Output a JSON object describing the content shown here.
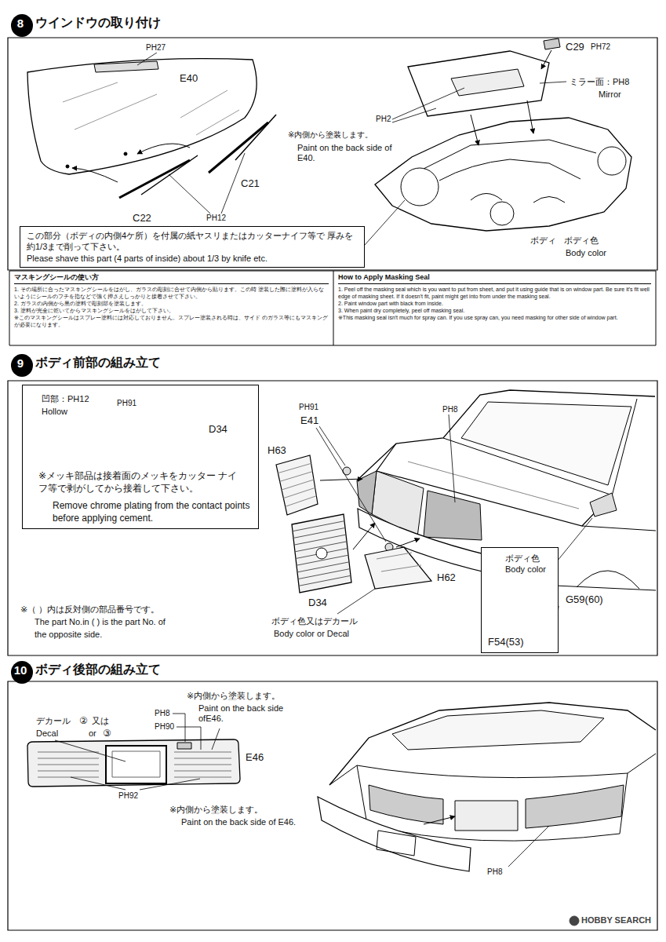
{
  "diagram": {
    "nodes": [
      {
        "text": [
          "8",
          "ウインドウの取り付け"
        ]
      },
      {
        "text": [
          "この部分（ボディの内側4ケ所）を付属の紙ヤスリまたはカッターナイフ等で 厚みを約1/3まで削って下さい。",
          "Please shave this part (4 parts of inside) about 1/3 by knife etc."
        ]
      },
      {
        "text": [
          "マスキングシールの使い方",
          "1. その場所に合ったマスキングシールをはがし、ガラスの彫刻に合せて内側から貼ります。この時 塗装した際に塗料が入らないようにシールのフチを指などで強く押さえしっかりと接着させて下さい。",
          "2. ガラスの内側から黒の塗料で彫刻部を塗装します。",
          "3. 塗料が完全に乾いてからマスキングシールをはがして下さい。",
          "※このマスキングシールはスプレー塗料には対応しておりません。スプレー塗装される時は、サイド のガラス等にもマスキングが必要になります。"
        ]
      },
      {
        "text": [
          "How to Apply Masking Seal",
          "1. Peel off the masking seal which is you want to put from sheet, and put it using guide that is on window part. Be sure it's fit well edge of masking sheet. If it doesn't fit, paint might get into from under the masking seal.",
          "2. Paint window part with black from inside.",
          "3. When paint dry completely, peel off masking seal.",
          "※This masking seal isn't much for spray can. If you use spray can, you need masking for other side of window part."
        ]
      },
      {
        "text": [
          "9",
          "ボディ前部の組み立て"
        ]
      },
      {
        "text": [
          "凹部：PH12",
          "Hollow",
          "PH91",
          "D34",
          "※メッキ部品は接着面のメッキをカッター ナイフ等で剥がしてから接着して下さい。",
          "Remove chrome plating from the contact points before applying cement."
        ]
      },
      {
        "text": [
          "ボディ色 Body color",
          "G59(60)",
          "F54(53)"
        ]
      },
      {
        "text": [
          "10",
          "ボディ後部の組み立て"
        ]
      }
    ],
    "labels": [
      "PH27",
      "E40",
      "C21",
      "C22",
      "PH12",
      "PH2",
      "※内側から塗装します。",
      "Paint on the back side of E40.",
      "C29",
      "PH72",
      "ミラー面：PH8",
      "Mirror",
      "ボディ",
      "ボディ色",
      "Body color",
      "PH91",
      "E41",
      "H63",
      "PH8",
      "D34",
      "H62",
      "ボディ色又はデカール",
      "Body color or Decal",
      "※（ ）内は反対側の部品番号です。",
      "The part No.in ( ) is the part No. of",
      "the opposite side.",
      "デカール",
      "Decal",
      "②",
      "又は",
      "or",
      "③",
      "PH8",
      "PH90",
      "E46",
      "PH92",
      "※内側から塗装します。",
      "Paint on the back side of E46.",
      "※内側から塗装します。",
      "Paint on the back side ofE46.",
      "PH8",
      "HOBBY SEARCH"
    ]
  }
}
